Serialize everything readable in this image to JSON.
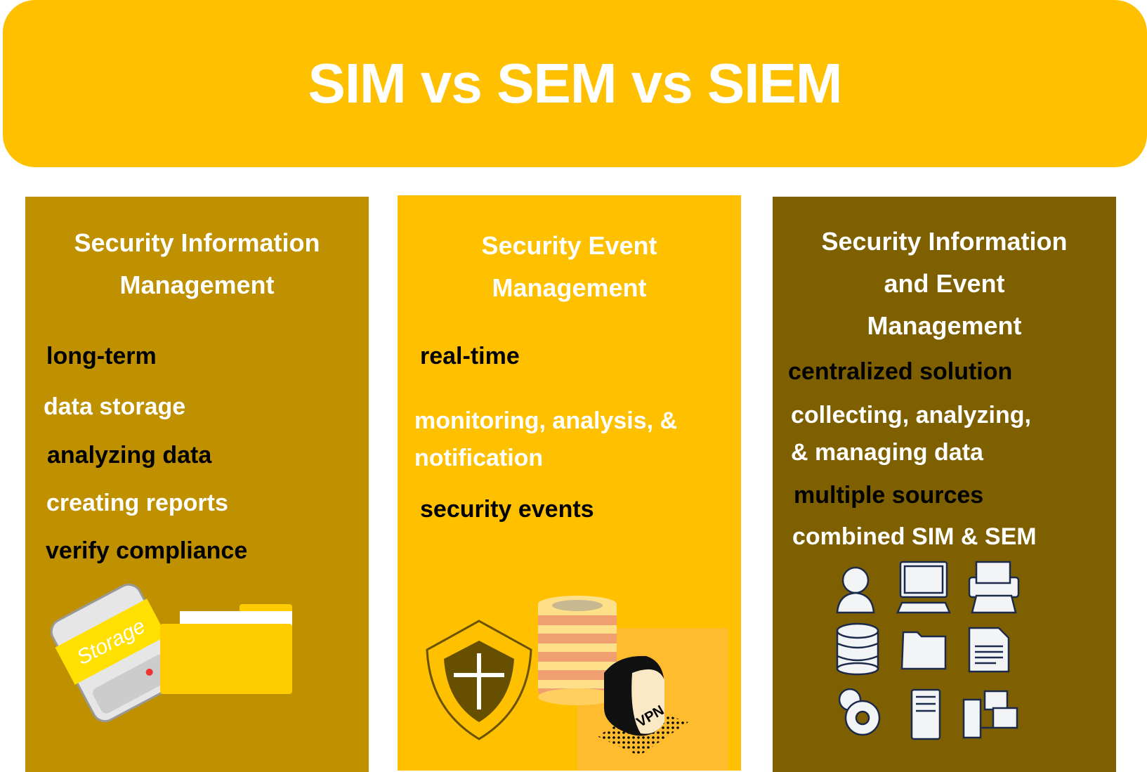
{
  "title": "SIM vs SEM vs SIEM",
  "colors": {
    "banner": "#FFC000",
    "sim": "#BF9000",
    "sem": "#FFC000",
    "siem": "#7F6000"
  },
  "sim": {
    "title_lines": [
      "Security Information",
      "Management"
    ],
    "items": [
      "long-term",
      "data storage",
      "analyzing data",
      "creating reports",
      "verify compliance"
    ],
    "illustration_label": "Storage",
    "icons": [
      "storage-drive-icon",
      "folder-icon"
    ]
  },
  "sem": {
    "title_lines": [
      "Security Event",
      "Management"
    ],
    "items": [
      "real-time",
      "monitoring, analysis, &",
      "notification",
      "security events"
    ],
    "illustration_label": "VPN",
    "icons": [
      "shield-icon",
      "database-stack-icon",
      "vpn-icon"
    ]
  },
  "siem": {
    "title_lines": [
      "Security Information",
      "and Event",
      "Management"
    ],
    "items": [
      "centralized solution",
      "collecting, analyzing,",
      "& managing data",
      "multiple sources",
      "combined SIM & SEM"
    ],
    "icons": [
      "user-icon",
      "computer-icon",
      "printer-icon",
      "database-icon",
      "folder-icon",
      "document-icon",
      "gears-icon",
      "server-icon",
      "network-icon"
    ]
  }
}
